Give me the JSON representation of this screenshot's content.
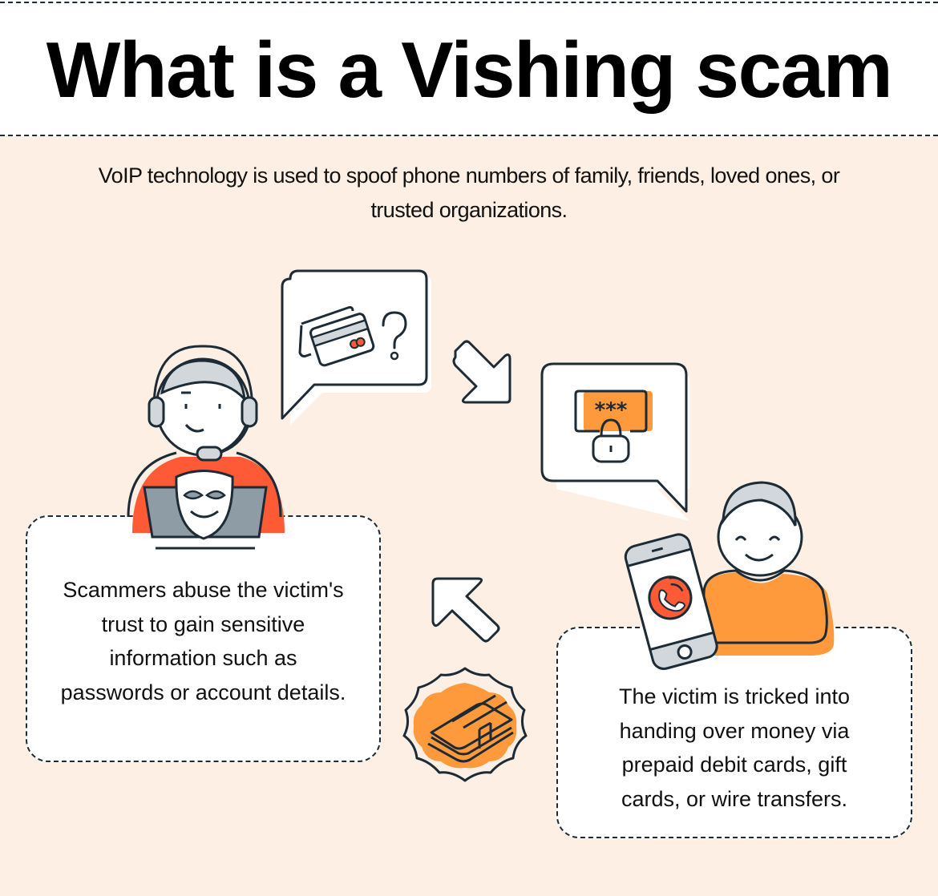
{
  "header": {
    "title": "What is a Vishing scam"
  },
  "intro": {
    "text": "VoIP technology is used to spoof phone numbers of family, friends, loved ones, or trusted organizations."
  },
  "steps": [
    {
      "id": "scammer",
      "icon": "scammer-with-headset-and-mask-icon",
      "text": "Scammers abuse the victim's trust to gain sensitive information such as passwords or account details."
    },
    {
      "id": "speech-credit-card",
      "icon": "credit-card-question-icon"
    },
    {
      "id": "speech-password",
      "icon": "password-lock-icon",
      "password_mask": "***"
    },
    {
      "id": "victim",
      "icon": "victim-with-phone-icon",
      "text": "The victim is tricked into handing over money via prepaid debit cards, gift cards, or wire transfers."
    },
    {
      "id": "money",
      "icon": "money-stack-badge-icon"
    }
  ],
  "arrows": [
    {
      "direction": "down-right",
      "icon": "arrow-down-right-icon"
    },
    {
      "direction": "up-left",
      "icon": "arrow-up-left-icon"
    }
  ],
  "colors": {
    "background": "#fdefe4",
    "header_bg": "#ffffff",
    "outline": "#1c2b36",
    "accent_red": "#ff5a36",
    "accent_orange": "#ff9a3c",
    "gray": "#d2d7db",
    "laptop_gray": "#8e9ca5"
  }
}
